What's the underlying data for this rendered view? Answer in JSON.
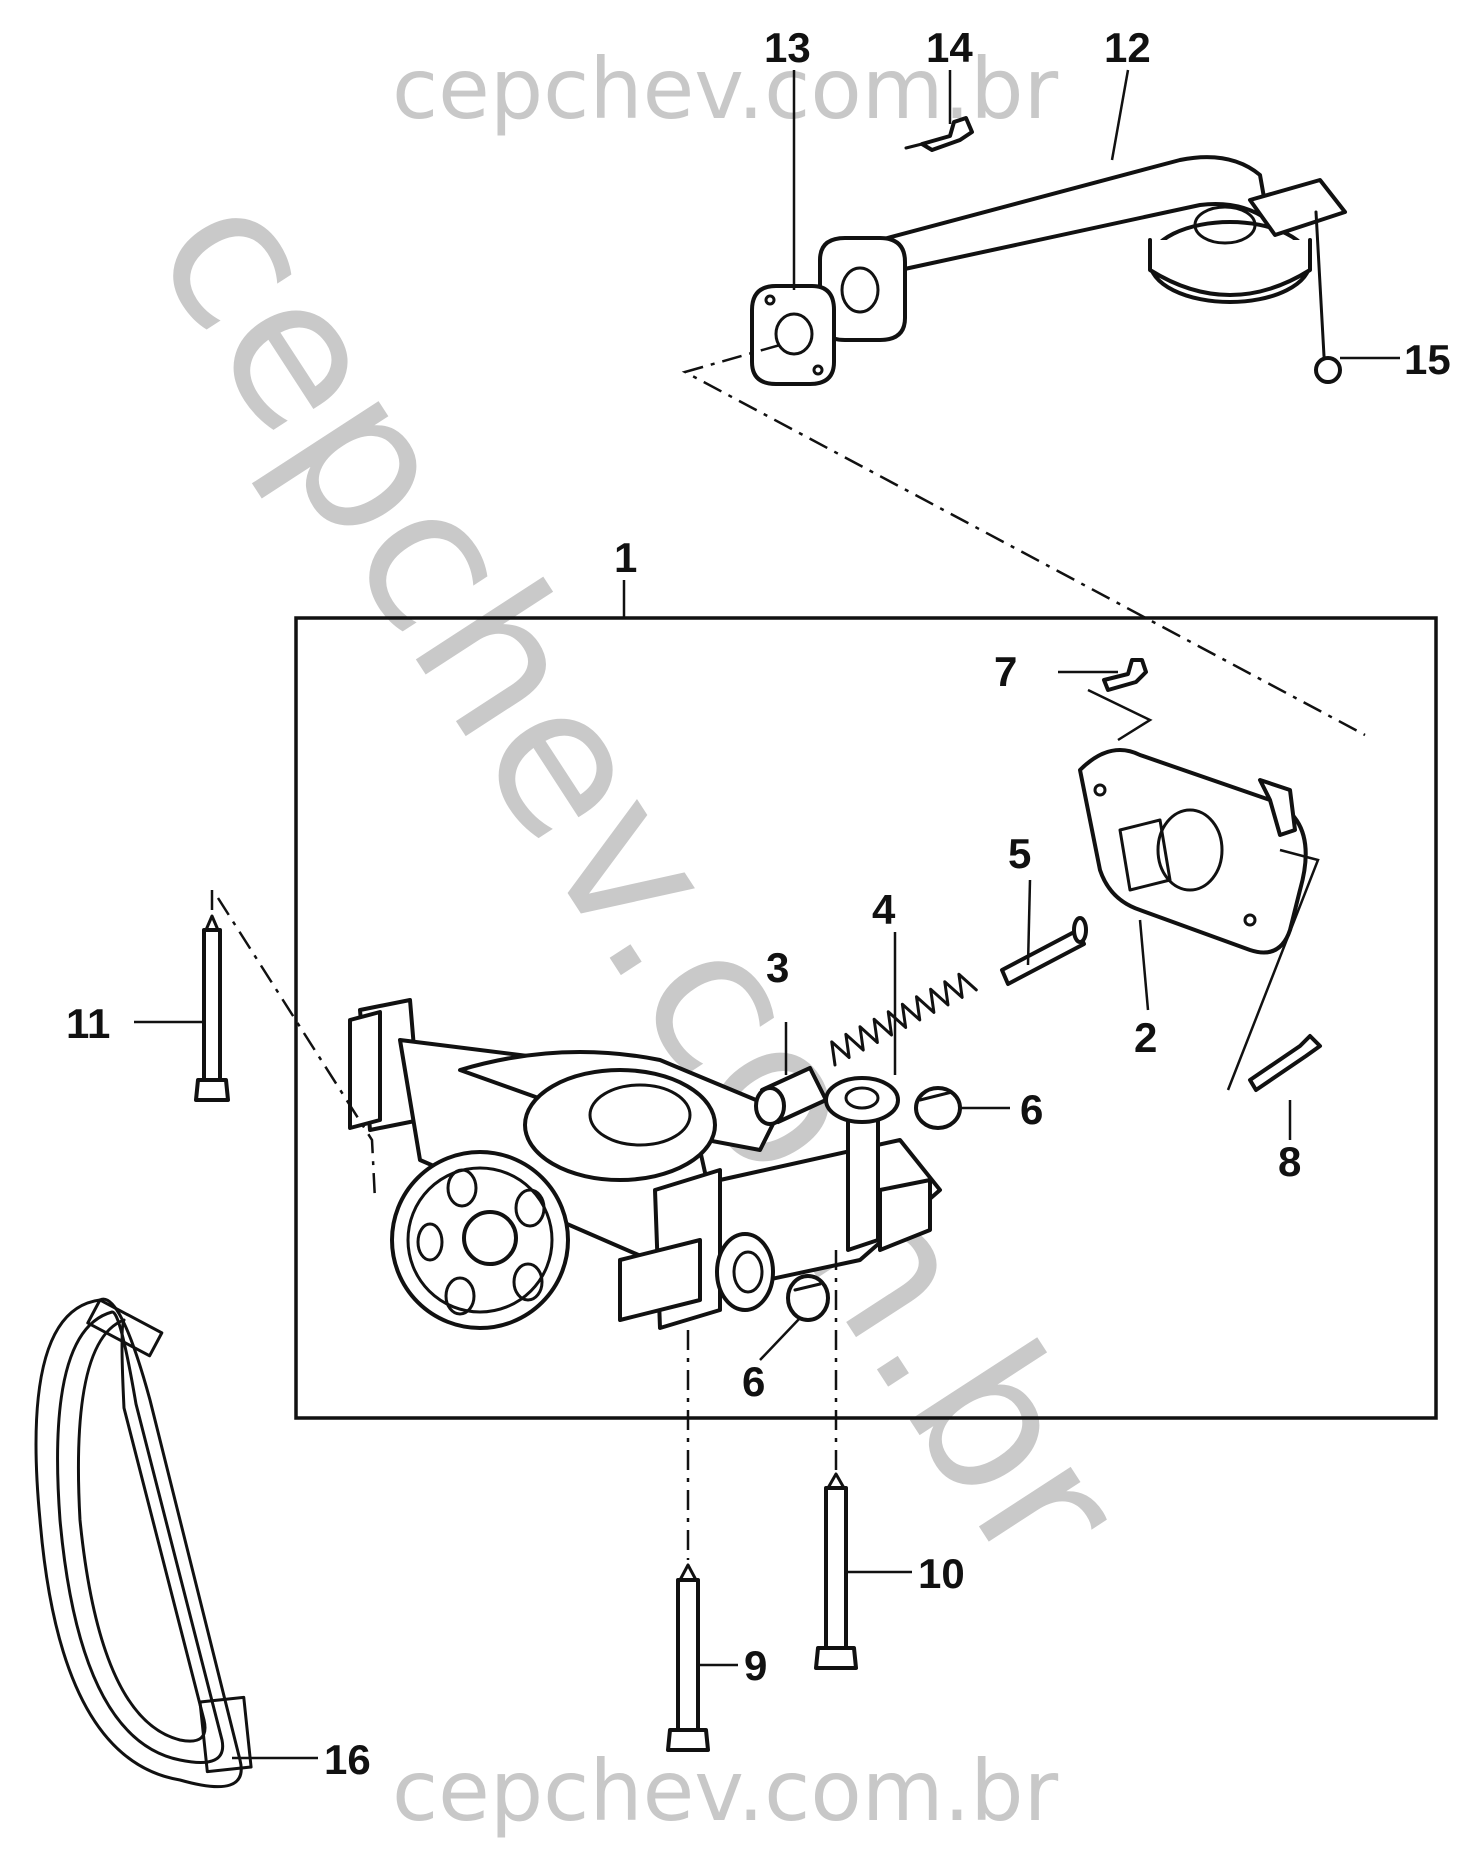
{
  "watermark": {
    "top": "cepchev.com.br",
    "bottom": "cepchev.com.br",
    "diagonal": "cepchev.com.br"
  },
  "callouts": {
    "c1": "1",
    "c2": "2",
    "c3": "3",
    "c4": "4",
    "c5": "5",
    "c6a": "6",
    "c6b": "6",
    "c7": "7",
    "c8": "8",
    "c9": "9",
    "c10": "10",
    "c11": "11",
    "c12": "12",
    "c13": "13",
    "c14": "14",
    "c15": "15",
    "c16": "16"
  },
  "colors": {
    "line": "#111111",
    "watermark": "#c8c8c8",
    "background": "#ffffff"
  }
}
